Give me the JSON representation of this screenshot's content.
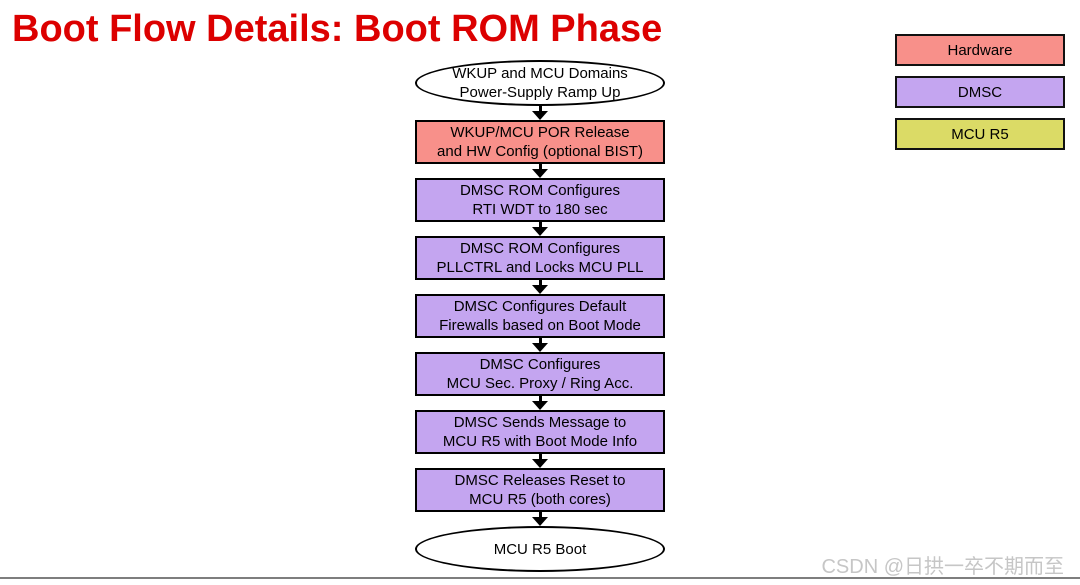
{
  "title": "Boot Flow Details: Boot ROM Phase",
  "title_color": "#dc0000",
  "legend": {
    "items": [
      {
        "label": "Hardware",
        "color": "#f8908a"
      },
      {
        "label": "DMSC",
        "color": "#c4a5f0"
      },
      {
        "label": "MCU R5",
        "color": "#dbdb66"
      }
    ]
  },
  "flow": {
    "nodes": [
      {
        "type": "terminator",
        "category": "start",
        "color": "#ffffff",
        "lines": [
          "WKUP and MCU Domains",
          "Power-Supply Ramp Up"
        ]
      },
      {
        "type": "process",
        "category": "Hardware",
        "color": "#f8908a",
        "lines": [
          "WKUP/MCU POR Release",
          "and HW Config (optional BIST)"
        ]
      },
      {
        "type": "process",
        "category": "DMSC",
        "color": "#c4a5f0",
        "lines": [
          "DMSC ROM Configures",
          "RTI WDT to 180 sec"
        ]
      },
      {
        "type": "process",
        "category": "DMSC",
        "color": "#c4a5f0",
        "lines": [
          "DMSC ROM Configures",
          "PLLCTRL and Locks MCU PLL"
        ]
      },
      {
        "type": "process",
        "category": "DMSC",
        "color": "#c4a5f0",
        "lines": [
          "DMSC Configures Default",
          "Firewalls based on Boot Mode"
        ]
      },
      {
        "type": "process",
        "category": "DMSC",
        "color": "#c4a5f0",
        "lines": [
          "DMSC Configures",
          "MCU Sec. Proxy / Ring Acc."
        ]
      },
      {
        "type": "process",
        "category": "DMSC",
        "color": "#c4a5f0",
        "lines": [
          "DMSC Sends Message to",
          "MCU R5 with Boot Mode Info"
        ]
      },
      {
        "type": "process",
        "category": "DMSC",
        "color": "#c4a5f0",
        "lines": [
          "DMSC Releases Reset to",
          "MCU R5 (both cores)"
        ]
      },
      {
        "type": "terminator",
        "category": "end",
        "color": "#ffffff",
        "lines": [
          "MCU R5 Boot"
        ]
      }
    ]
  },
  "watermark": "CSDN @日拱一卒不期而至"
}
